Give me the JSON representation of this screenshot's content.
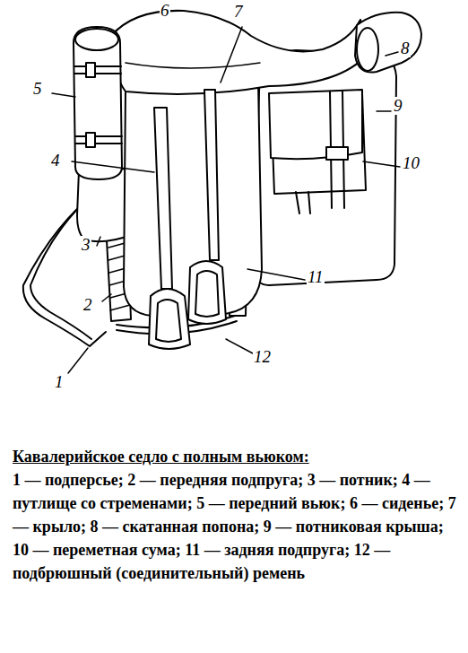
{
  "diagram": {
    "title": "Кавалерийское седло с полным вьюком:",
    "caption": "1 — подперсье; 2 — передняя подпруга; 3 — потник; 4 — путлище со стременами; 5 — передний вьюк; 6 — сиденье; 7 — крыло; 8 — скатанная попона; 9 — потниковая крыша; 10 — переметная сума; 11 — задняя подпруга; 12 — подбрюшный (соединительный) ремень",
    "labels": [
      "1",
      "2",
      "3",
      "4",
      "5",
      "6",
      "7",
      "8",
      "9",
      "10",
      "11",
      "12"
    ]
  }
}
